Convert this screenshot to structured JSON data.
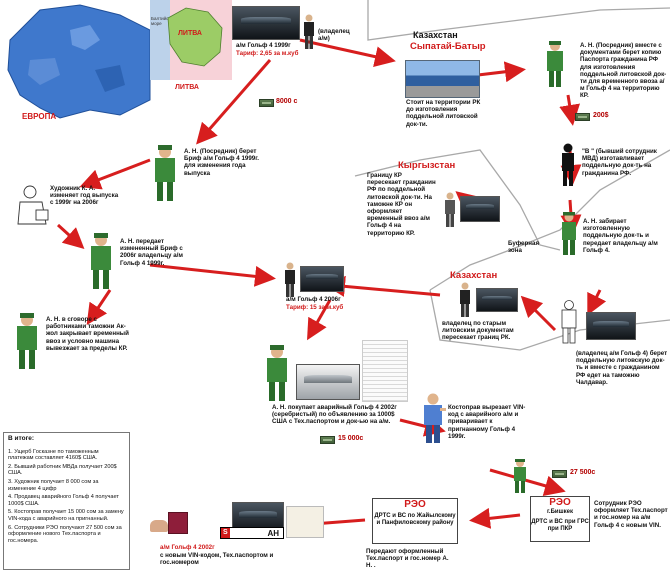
{
  "colors": {
    "arrow": "#d71e1e",
    "border_line": "#a9a9a9",
    "map_sea": "#bcd2ea",
    "map_land": "#3f78cc",
    "lit_land": "#9ccc66",
    "lit_bg": "#f7d2d8"
  },
  "map": {
    "europe_label": "ЕВРОПА",
    "litva_label": "ЛИТВА",
    "litva_caption": "ЛИТВА",
    "sea_label": "Балтийское море"
  },
  "car1": {
    "line1": "а/м Гольф 4 1999г",
    "tariff": "Тариф: 2,65 за м.куб"
  },
  "owner_label": "(владелец а/м)",
  "money1": "8000 с",
  "kz_top": {
    "country": "Казахстан",
    "place": "Сыпатай-Батыр",
    "caption": "Стоит на территории РК до изготовления поддельной литовской док-ти."
  },
  "mediator_top": "А. Н. (Посредник) вместе с документами берет копию Паспорта гражданина РФ для изготовления поддельной литовской док-ти для временного ввоза а/м Гольф 4 на территорию КР.",
  "money_200": "200$",
  "mvd": "\"В \" (бывший сотрудник МВД) изготавливает поддельную док-ть на гражданина РФ.",
  "takes_docs": "А. Н. забирает изготовленную поддельную док-ть и передает владельцу а/м Гольф 4.",
  "kz_bottom": {
    "country": "Казахстан",
    "caption": "владелец по старым литовским документам пересекает границ РК."
  },
  "buffer_zone": "Буферная зона",
  "owner_bottom": "(владелец а/м Гольф 4) берет поддельную литовскую док-ть и вместе с гражданином РФ едет на таможню Чалдавар.",
  "kg": {
    "country": "Кыргызстан",
    "caption": "Границу КР пересекает гражданин РФ по поддельной литовской док-ти. На таможне КР он оформляет временный ввоз а/м Гольф 4 на территорию КР."
  },
  "mediator_left": "А. Н. (Посредник) берет Бриф а/м Гольф 4 1999г. для изменения года выпуска",
  "artist": "Художник К. А. изменяет год выпуска с 1999г на 2006г",
  "mediator_passes": "А. Н. передает измененный Бриф с 2006г владельцу а/м Гольф 4 1999г.",
  "car_2006": {
    "line1": "а/м Гольф 4 2006г",
    "tariff": "Тариф: 15 за м.куб"
  },
  "customs": "А. Н. в сговоре с работниками таможни Ак-жол закрывает временный ввоз и условно машина вывезжает за пределы КР.",
  "buys_damaged": "А. Н. покупает аварийный Гольф 4 2002г (серебристый) по объявлению за 1000$ США с Тех.паспортом и док-ью на а/м.",
  "money_15000": "15 000с",
  "bodyman": "Костоправ вырезает VIN-код с аварийного а/м и приваривает к пригнанному Гольф 4 1999г.",
  "money_27500": "27 500с",
  "reo_right": {
    "title": "РЭО",
    "sub": "г.Бишкек",
    "body": "ДРТС и ВС при ГРС при ПКР"
  },
  "reo_staff": "Сотрудник РЭО оформляет Тех.паспорт и гос.номер на а/м Гольф 4 с новым VIN.",
  "reo_left": {
    "title": "РЭО",
    "body": "ДРТС и ВС по Жайылскому и Панфиловскому району"
  },
  "transfer": "Передают оформленный Тех.паспорт и гос.номер А. Н. .",
  "plate": {
    "left": "S",
    "right": "AH"
  },
  "final_car": {
    "red": "а/м Гольф 4 2002г",
    "black": "с новым VIN-кодом, Тех.паспортом и гос.номером"
  },
  "summary": {
    "heading": "В итоге:",
    "items": [
      "1. Ущерб Госказне по таможенным платежам составляет 4160$ США.",
      "2. Бывший работник МВДа получает 200$ США.",
      "3. Художник получает 8 000 сом за изменение 4 цифр",
      "4. Продавец аварийного Гольф 4 получает 1000$ США.",
      "5. Костоправ получает 15 000 сом за замену VIN-кода с аварийного на пригнанный.",
      "6. Сотрудники РЭО получают 27 500 сом за оформление нового Тех.паспорта и гос.номера."
    ]
  }
}
